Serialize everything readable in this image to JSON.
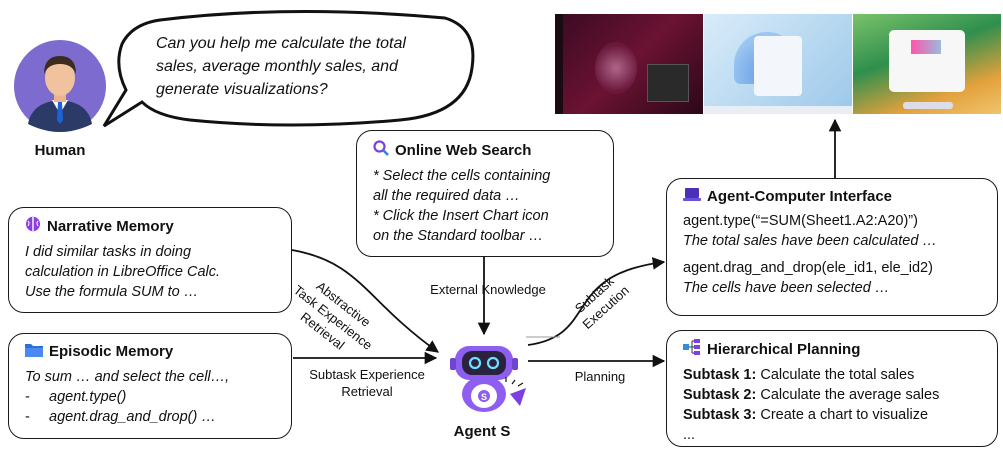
{
  "human": {
    "label": "Human"
  },
  "speech": {
    "lines": [
      "Can you help me calculate the total",
      "sales, average monthly sales, and",
      "generate visualizations?"
    ]
  },
  "web_search": {
    "title": "Online Web Search",
    "icon": "magnifier-icon",
    "lines": [
      "* Select the cells containing",
      "all the required data …",
      "* Click the Insert Chart icon",
      "on the Standard toolbar …"
    ]
  },
  "narrative": {
    "title": "Narrative Memory",
    "icon": "brain-icon",
    "lines": [
      "I did similar tasks in doing",
      "calculation in LibreOffice Calc.",
      "Use the formula SUM to …"
    ]
  },
  "episodic": {
    "title": "Episodic Memory",
    "icon": "folder-icon",
    "line1": "To sum … and select the cell…,",
    "bullets": [
      "agent.type()",
      "agent.drag_and_drop() …"
    ],
    "bullet_mark": "-"
  },
  "aci": {
    "title": "Agent-Computer Interface",
    "icon": "laptop-icon",
    "line1": "agent.type(“=SUM(Sheet1.A2:A20)”)",
    "line2": "The total sales have been calculated …",
    "line3": "agent.drag_and_drop(ele_id1, ele_id2)",
    "line4": "The cells have been selected …"
  },
  "planning": {
    "title": "Hierarchical Planning",
    "icon": "hierarchy-icon",
    "subtasks": [
      {
        "label": "Subtask 1:",
        "text": " Calculate the total sales"
      },
      {
        "label": "Subtask 2:",
        "text": " Calculate the average sales"
      },
      {
        "label": "Subtask 3:",
        "text": " Create a chart to visualize"
      }
    ],
    "ellipsis": "..."
  },
  "agent": {
    "label": "Agent S"
  },
  "edges": {
    "external_knowledge": "External Knowledge",
    "abstractive": [
      "Abstractive",
      "Task Experience",
      "Retrieval"
    ],
    "subtask_experience": [
      "Subtask Experience",
      "Retrieval"
    ],
    "subtask_execution": [
      "Subtask",
      "Execution"
    ],
    "planning": "Planning"
  },
  "screenshots": [
    "ubuntu-desktop",
    "windows-desktop",
    "macos-desktop"
  ],
  "colors": {
    "purple": "#7b3fe4",
    "human_bg": "#7e6bd0",
    "folder": "#2f6fd8",
    "laptop": "#4b2fb8"
  }
}
